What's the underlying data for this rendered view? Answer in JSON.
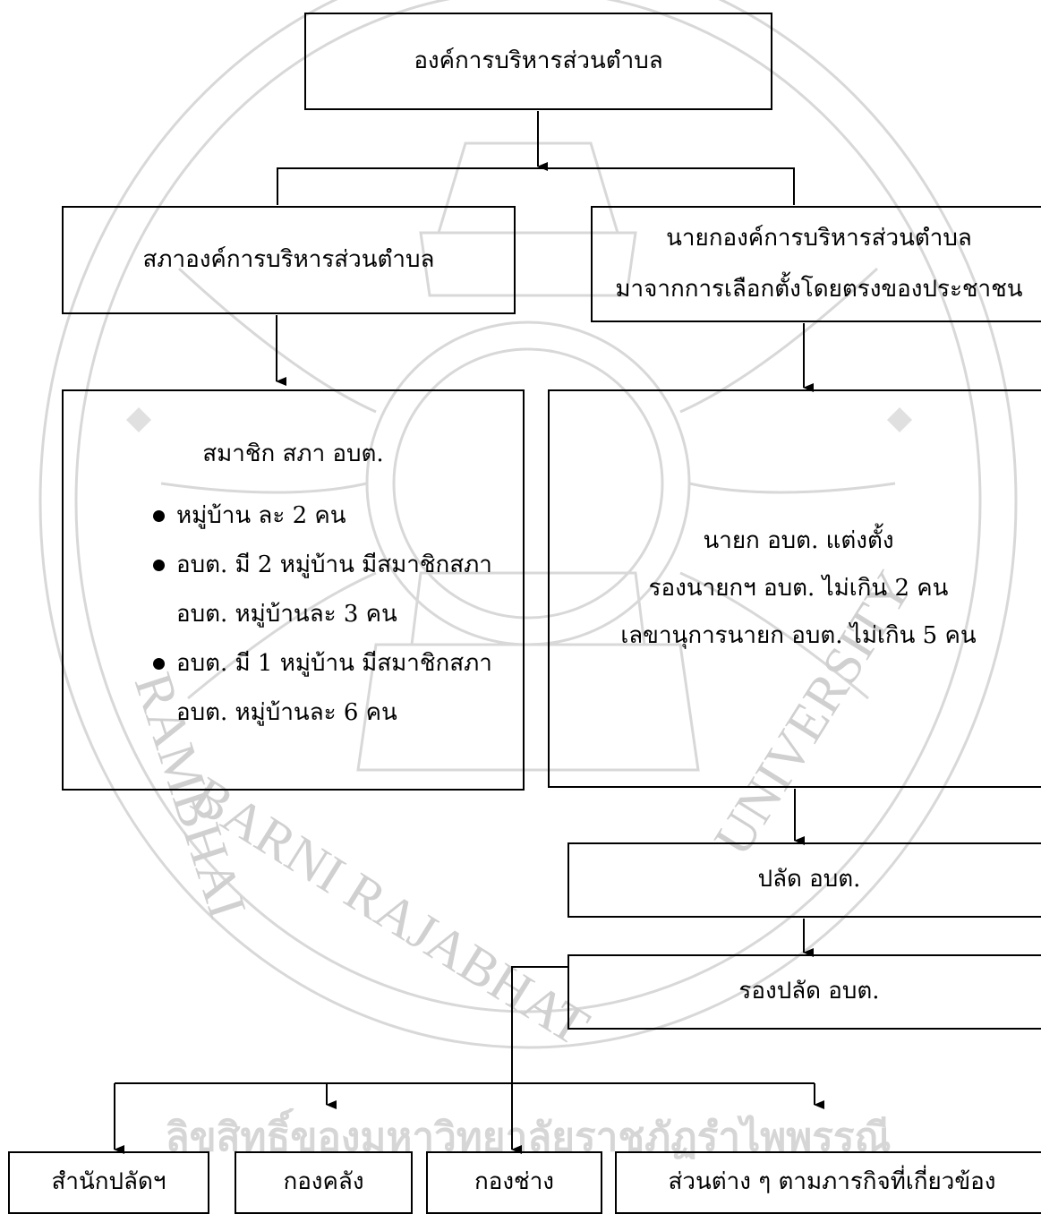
{
  "diagram": {
    "top": "องค์การบริหารส่วนตำบล",
    "council": "สภาองค์การบริหารส่วนตำบล",
    "mayor": {
      "line1": "นายกองค์การบริหารส่วนตำบล",
      "line2": "มาจากการเลือกตั้งโดยตรงของประชาชน"
    },
    "members": {
      "title": "สมาชิก สภา อบต.",
      "items": [
        {
          "line1": "หมู่บ้าน ละ 2 คน",
          "line2": ""
        },
        {
          "line1": "อบต. มี 2 หมู่บ้าน มีสมาชิกสภา",
          "line2": "อบต. หมู่บ้านละ 3 คน"
        },
        {
          "line1": "อบต. มี 1 หมู่บ้าน มีสมาชิกสภา",
          "line2": "อบต. หมู่บ้านละ 6 คน"
        }
      ]
    },
    "mayor_appointees": {
      "line1": "นายก อบต. แต่งตั้ง",
      "line2": "รองนายกฯ อบต. ไม่เกิน 2 คน",
      "line3": "เลขานุการนายก อบต. ไม่เกิน 5 คน"
    },
    "clerk": "ปลัด อบต.",
    "deputy_clerk": "รองปลัด อบต.",
    "departments": [
      "สำนักปลัดฯ",
      "กองคลัง",
      "กองช่าง",
      "ส่วนต่าง ๆ ตามภารกิจที่เกี่ยวข้อง"
    ]
  },
  "watermark": {
    "text_left": "RAMBHAI",
    "text_bottom": "BARNI RAJABHAT",
    "text_right": "UNIVERSITY",
    "text_footer": "ลิขสิทธิ์ของมหาวิทยาลัยราชภัฏรำไพพรรณี"
  }
}
